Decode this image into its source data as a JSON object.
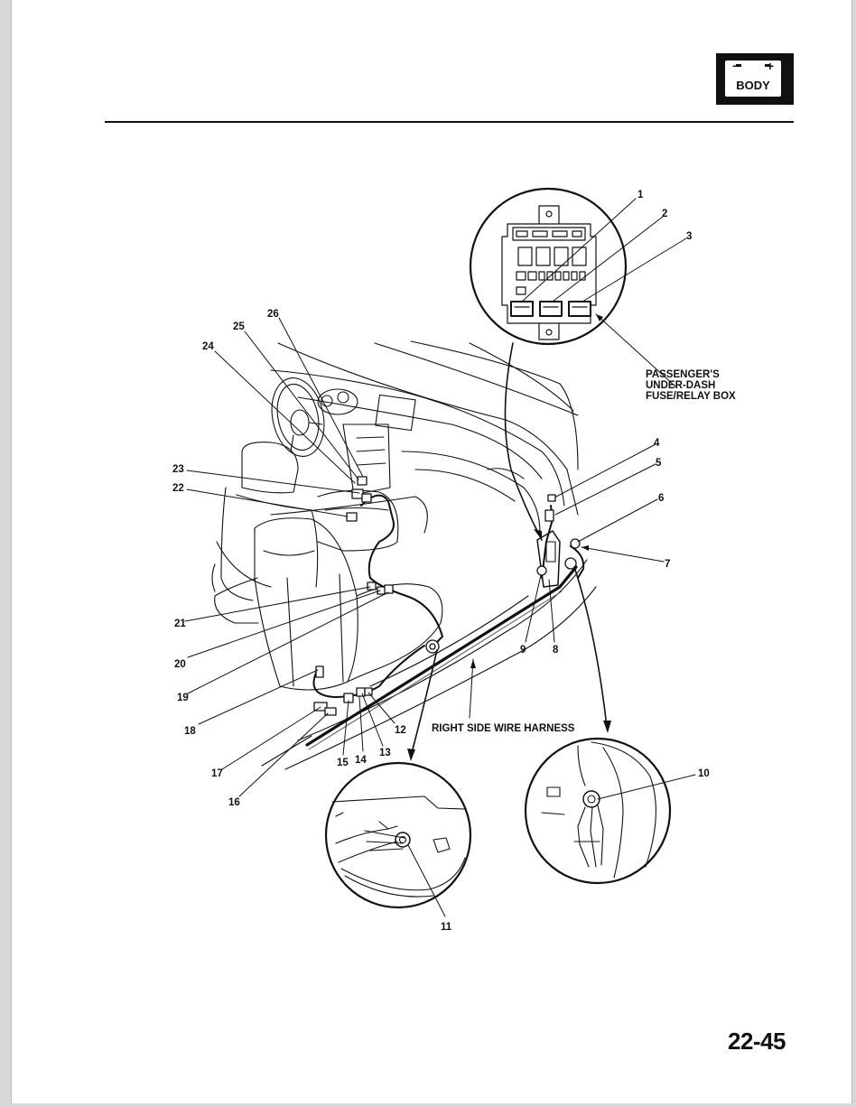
{
  "badge": {
    "label": "BODY",
    "minus": "−",
    "plus": "+"
  },
  "labels": {
    "fuse_box": [
      "PASSENGER'S",
      "UNDER-DASH",
      "FUSE/RELAY BOX"
    ],
    "harness": "RIGHT SIDE WIRE HARNESS"
  },
  "callouts": {
    "c1": "1",
    "c2": "2",
    "c3": "3",
    "c4": "4",
    "c5": "5",
    "c6": "6",
    "c7": "7",
    "c8": "8",
    "c9": "9",
    "c10": "10",
    "c11": "11",
    "c12": "12",
    "c13": "13",
    "c14": "14",
    "c15": "15",
    "c16": "16",
    "c17": "17",
    "c18": "18",
    "c19": "19",
    "c20": "20",
    "c21": "21",
    "c22": "22",
    "c23": "23",
    "c24": "24",
    "c25": "25",
    "c26": "26"
  },
  "page_number": "22-45"
}
